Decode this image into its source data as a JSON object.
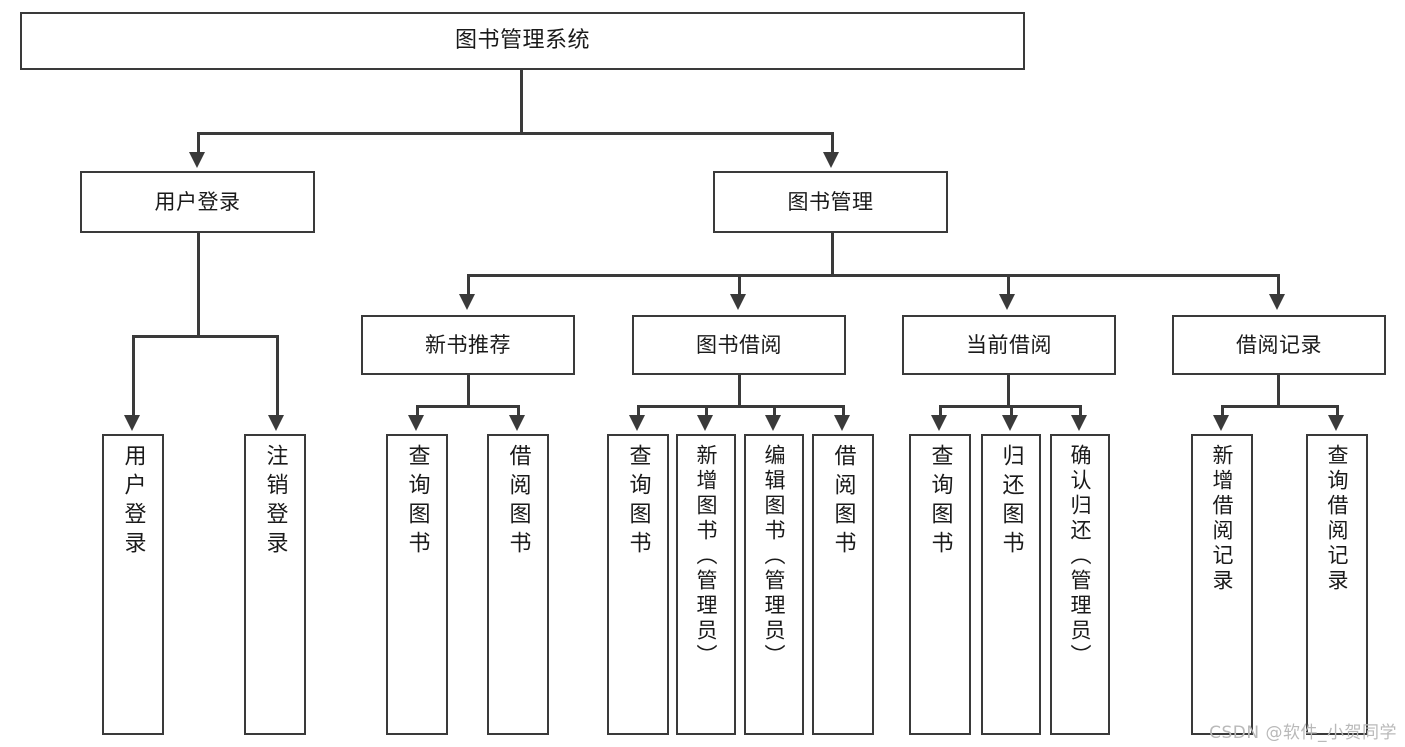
{
  "diagram": {
    "type": "tree-hierarchy-functional-decomposition",
    "title": "图书管理系统",
    "watermark": "CSDN @软件_小贺同学",
    "colors": {
      "stroke": "#3a3a3a",
      "fill": "#ffffff",
      "text": "#1a1a1a",
      "watermark": "#b9b9b9"
    },
    "levels": [
      {
        "level": 0,
        "nodes": [
          {
            "id": "root",
            "label": "图书管理系统",
            "orientation": "horizontal"
          }
        ]
      },
      {
        "level": 1,
        "nodes": [
          {
            "id": "l1-login",
            "label": "用户登录",
            "orientation": "horizontal",
            "parent": "root"
          },
          {
            "id": "l1-bookmgmt",
            "label": "图书管理",
            "orientation": "horizontal",
            "parent": "root"
          }
        ]
      },
      {
        "level": 2,
        "nodes": [
          {
            "id": "l2-newbook",
            "label": "新书推荐",
            "orientation": "horizontal",
            "parent": "l1-bookmgmt"
          },
          {
            "id": "l2-borrow",
            "label": "图书借阅",
            "orientation": "horizontal",
            "parent": "l1-bookmgmt"
          },
          {
            "id": "l2-current",
            "label": "当前借阅",
            "orientation": "horizontal",
            "parent": "l1-bookmgmt"
          },
          {
            "id": "l2-records",
            "label": "借阅记录",
            "orientation": "horizontal",
            "parent": "l1-bookmgmt"
          }
        ]
      },
      {
        "level": 3,
        "nodes": [
          {
            "id": "leaf-1",
            "label": "用户登录",
            "orientation": "vertical",
            "parent": "l1-login"
          },
          {
            "id": "leaf-2",
            "label": "注销登录",
            "orientation": "vertical",
            "parent": "l1-login"
          },
          {
            "id": "leaf-3",
            "label": "查询图书",
            "orientation": "vertical",
            "parent": "l2-newbook"
          },
          {
            "id": "leaf-4",
            "label": "借阅图书",
            "orientation": "vertical",
            "parent": "l2-newbook"
          },
          {
            "id": "leaf-5",
            "label": "查询图书",
            "orientation": "vertical",
            "parent": "l2-borrow"
          },
          {
            "id": "leaf-6",
            "label": "新增图书（管理员）",
            "orientation": "vertical",
            "parent": "l2-borrow"
          },
          {
            "id": "leaf-7",
            "label": "编辑图书（管理员）",
            "orientation": "vertical",
            "parent": "l2-borrow"
          },
          {
            "id": "leaf-8",
            "label": "借阅图书",
            "orientation": "vertical",
            "parent": "l2-borrow"
          },
          {
            "id": "leaf-9",
            "label": "查询图书",
            "orientation": "vertical",
            "parent": "l2-current"
          },
          {
            "id": "leaf-10",
            "label": "归还图书",
            "orientation": "vertical",
            "parent": "l2-current"
          },
          {
            "id": "leaf-11",
            "label": "确认归还（管理员）",
            "orientation": "vertical",
            "parent": "l2-current"
          },
          {
            "id": "leaf-12",
            "label": "新增借阅记录",
            "orientation": "vertical",
            "parent": "l2-records"
          },
          {
            "id": "leaf-13",
            "label": "查询借阅记录",
            "orientation": "vertical",
            "parent": "l2-records"
          }
        ]
      }
    ]
  }
}
